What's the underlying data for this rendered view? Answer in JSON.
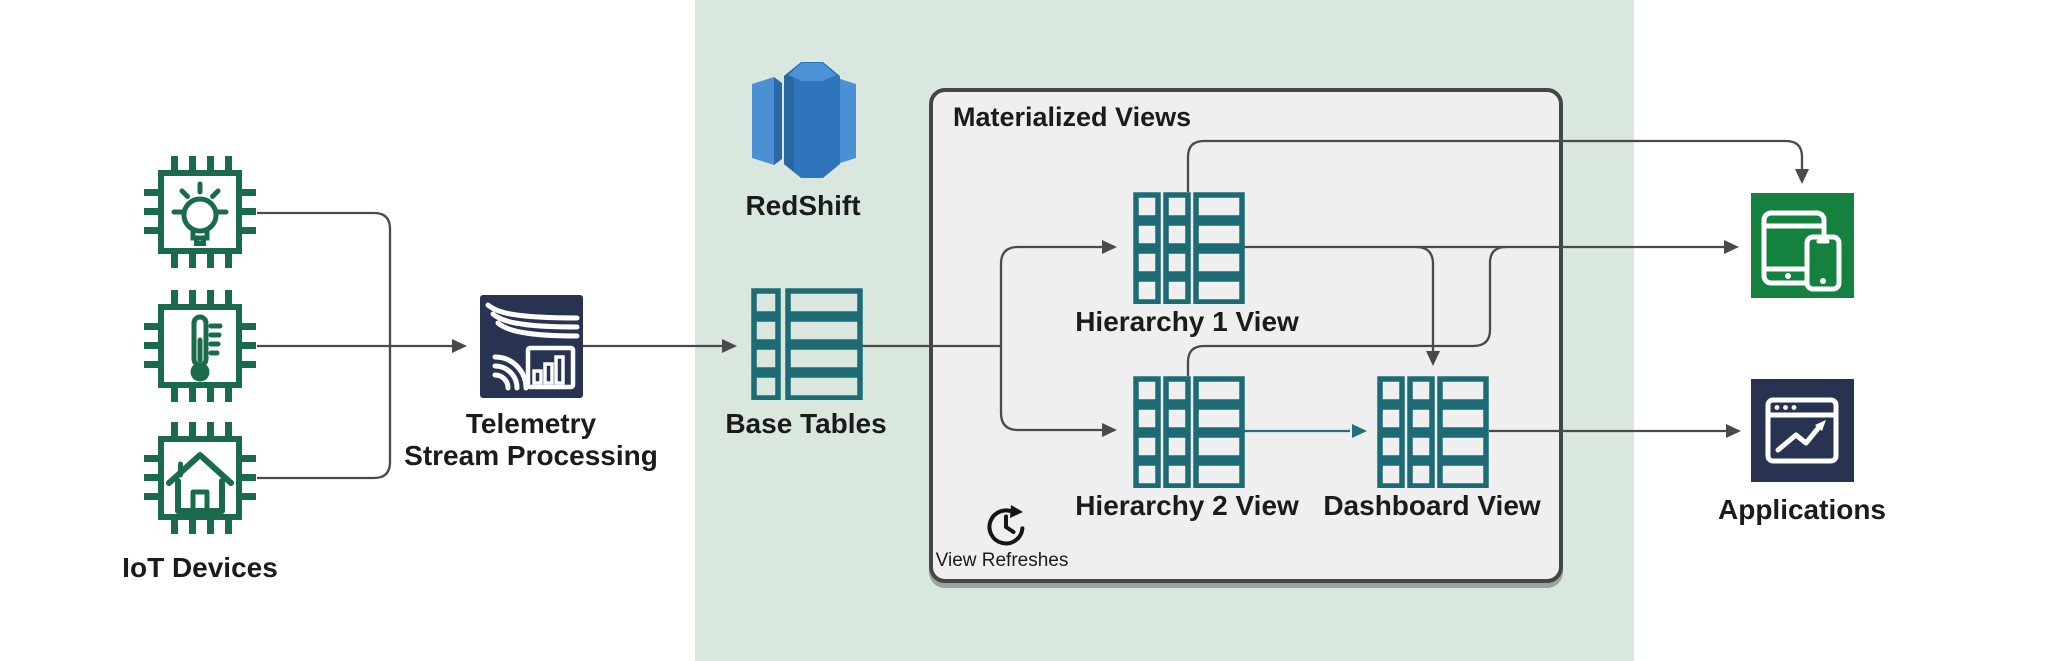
{
  "diagram": {
    "colors": {
      "background": "#ffffff",
      "redshift_panel_bg": "#d9e7de",
      "materialized_views_bg": "#efefef",
      "materialized_views_border": "#454545",
      "connector_gray": "#4a4a4a",
      "connector_teal": "#21707b",
      "iot_chip_green": "#1a6b4c",
      "table_teal": "#1d6b75",
      "navy": "#273350",
      "devices_icon_green": "#15813e",
      "redshift_blue_light": "#4c90d4",
      "redshift_blue_mid": "#2f75bb",
      "redshift_blue_dark": "#2b67a9",
      "label_text": "#1b1b1b"
    },
    "nodes": {
      "iot_devices": {
        "label": "IoT Devices"
      },
      "telemetry": {
        "label_line1": "Telemetry",
        "label_line2": "Stream Processing"
      },
      "redshift": {
        "label": "RedShift"
      },
      "base_tables": {
        "label": "Base Tables"
      },
      "materialized_views": {
        "label": "Materialized Views"
      },
      "hierarchy1_view": {
        "label": "Hierarchy 1 View"
      },
      "hierarchy2_view": {
        "label": "Hierarchy 2 View"
      },
      "dashboard_view": {
        "label": "Dashboard View"
      },
      "view_refreshes": {
        "label": "View Refreshes"
      },
      "applications": {
        "label": "Applications"
      }
    },
    "icons": [
      "chip-lightbulb-icon",
      "chip-thermometer-icon",
      "chip-house-icon",
      "telemetry-stream-icon",
      "redshift-icon",
      "base-tables-icon",
      "hierarchy-table-icon",
      "dashboard-table-icon",
      "view-refresh-clock-icon",
      "tablet-phone-icon",
      "browser-chart-icon"
    ],
    "edges": [
      {
        "from": "iot_devices",
        "to": "telemetry"
      },
      {
        "from": "telemetry",
        "to": "base_tables"
      },
      {
        "from": "base_tables",
        "to": "hierarchy1_view"
      },
      {
        "from": "base_tables",
        "to": "hierarchy2_view"
      },
      {
        "from": "hierarchy1_view",
        "to": "applications_devices_top"
      },
      {
        "from": "hierarchy1_view",
        "to": "dashboard_view"
      },
      {
        "from": "hierarchy2_view",
        "to": "applications_devices_left"
      },
      {
        "from": "hierarchy2_view",
        "to": "dashboard_view",
        "color": "teal"
      },
      {
        "from": "dashboard_view",
        "to": "applications"
      }
    ]
  }
}
